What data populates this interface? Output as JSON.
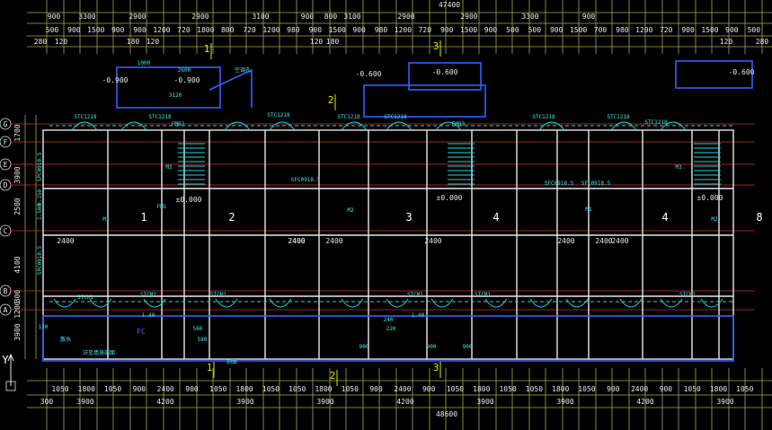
{
  "colors": {
    "background": "#000000",
    "axis_grid": "#a8a850",
    "wall": "#e8e8e8",
    "window": "#20d8d8",
    "balcony": "#3060ff",
    "section_mark": "#e6e600",
    "red_axis": "#d03030"
  },
  "top_dims": {
    "total": "47400",
    "row1": [
      "900",
      "3300",
      "2900",
      "2900",
      "3100",
      "900",
      "800",
      "3100",
      "2900",
      "2900",
      "3300",
      "900"
    ],
    "row2": [
      "500",
      "900",
      "1500",
      "900",
      "900",
      "1200",
      "720",
      "1800",
      "800",
      "720",
      "1200",
      "980",
      "900",
      "1500",
      "900",
      "980",
      "1200",
      "720",
      "900",
      "1500",
      "900",
      "500",
      "500",
      "900",
      "1500",
      "700",
      "980",
      "1200",
      "720",
      "900",
      "1500",
      "900",
      "500"
    ],
    "row3": [
      "280",
      "120",
      "180",
      "120",
      "120",
      "180",
      "120",
      "280"
    ]
  },
  "bottom_dims": {
    "total": "48600",
    "row1": [
      "1050",
      "1800",
      "1050",
      "900",
      "2400",
      "900",
      "1050",
      "1800",
      "1050",
      "1050",
      "1800",
      "1050",
      "900",
      "2400",
      "900",
      "1050",
      "1800",
      "1050",
      "1050",
      "1800",
      "1050",
      "900",
      "2400",
      "900",
      "1050",
      "1800",
      "1050"
    ],
    "row2": [
      "3900",
      "4200",
      "3900",
      "3900",
      "4200",
      "3900",
      "3900",
      "4200",
      "3900"
    ],
    "row3": [
      "300"
    ]
  },
  "left_axes": [
    "G",
    "F",
    "E",
    "D",
    "C",
    "B",
    "A"
  ],
  "left_dims": [
    "1700",
    "3900",
    "2500",
    "4100",
    "300",
    "1200",
    "3900"
  ],
  "left_labels": [
    "SPC0910.5",
    "1.500",
    "0.150",
    "SPC0910.5"
  ],
  "unit_numbers": [
    "1",
    "2",
    "3",
    "4",
    "4",
    "8"
  ],
  "section_marks": [
    "1",
    "2",
    "3",
    "1",
    "2",
    "3"
  ],
  "elevations": [
    "-0.900",
    "-0.900",
    "-0.600",
    "-0.600",
    "±0.000",
    "±0.000",
    "±0.000",
    "-0.600"
  ],
  "room_dims": [
    "2400",
    "2400",
    "2400",
    "2400",
    "2400",
    "2400",
    "2400",
    "2400"
  ],
  "window_tags": [
    "STC1218",
    "STC1218",
    "STC1218",
    "STC1218",
    "STC1218",
    "STC1218",
    "STC1218",
    "STC1218",
    "STCM1",
    "STCM1",
    "STCM1",
    "STCM1",
    "STCM1",
    "STCM1",
    "SFC0918.5",
    "SFC0918.5",
    "SFC0918.5"
  ],
  "door_tags": [
    "M1",
    "M2",
    "M3",
    "FM1",
    "FMB2",
    "FMB3",
    "M1",
    "M2",
    "M3"
  ],
  "annotations": [
    "空调孔",
    "散水",
    "详见墙身剖面",
    "剖面",
    "120",
    "240",
    "3120",
    "2600",
    "1000",
    "900",
    "900",
    "900",
    "560",
    "580",
    "220",
    "1.40",
    "1.40"
  ],
  "axis_label_y": "Y",
  "plan_label": "FC"
}
